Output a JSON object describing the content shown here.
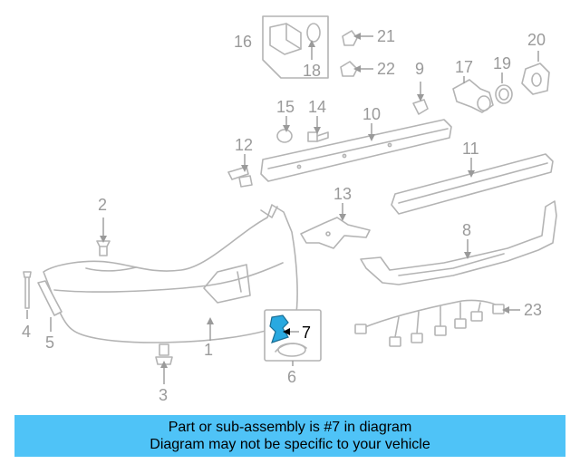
{
  "callouts": [
    "1",
    "2",
    "3",
    "4",
    "5",
    "6",
    "7",
    "8",
    "9",
    "10",
    "11",
    "12",
    "13",
    "14",
    "15",
    "16",
    "17",
    "18",
    "19",
    "20",
    "21",
    "22",
    "23"
  ],
  "highlight": "7",
  "banner": {
    "line1": "Part or sub-assembly is #7 in diagram",
    "line2": "Diagram may not be specific to your vehicle"
  },
  "colors": {
    "highlight_fill": "#29a9e0",
    "banner_bg": "#4fc3f7",
    "line_art": "#b4b4b4"
  }
}
